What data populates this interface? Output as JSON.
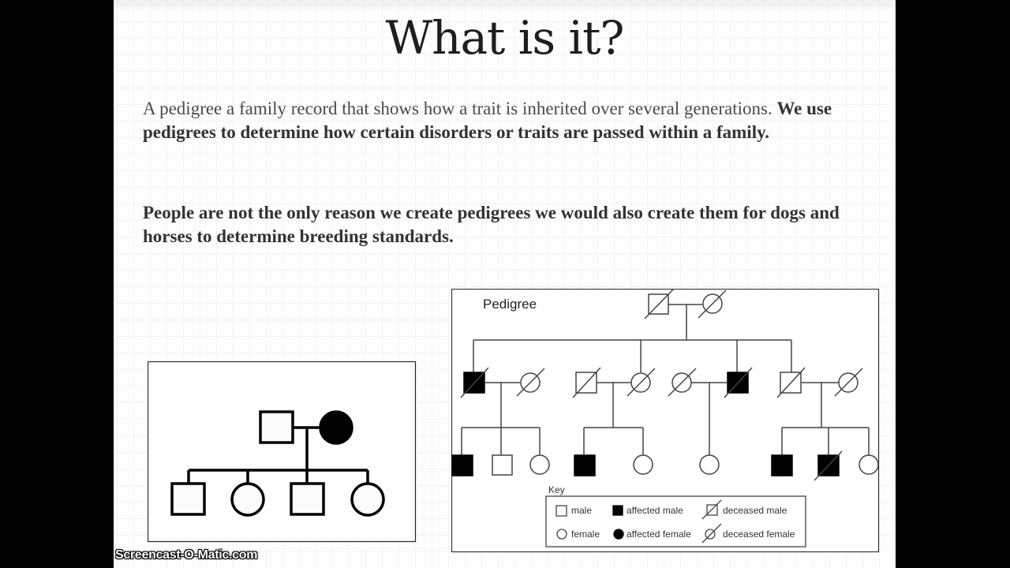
{
  "slide": {
    "title": "What is it?",
    "paragraph1": {
      "normal": "A pedigree a family record that shows how a trait is inherited over several generations. ",
      "bold": "We use pedigrees to determine how certain disorders or traits are passed within a family."
    },
    "paragraph2": {
      "bold": "People are not the only reason we create pedigrees we would also create them for dogs and horses to determine breeding standards."
    }
  },
  "left_diagram": {
    "description": "Simple pedigree: unaffected father, affected mother, four unaffected children",
    "parents": [
      {
        "sex": "male",
        "affected": false
      },
      {
        "sex": "female",
        "affected": true
      }
    ],
    "children": [
      {
        "sex": "male",
        "affected": false
      },
      {
        "sex": "female",
        "affected": false
      },
      {
        "sex": "male",
        "affected": false
      },
      {
        "sex": "female",
        "affected": false
      }
    ]
  },
  "right_diagram": {
    "title": "Pedigree",
    "key_label": "Key",
    "key": {
      "male": "male",
      "affected_male": "affected male",
      "deceased_male": "deceased male",
      "female": "female",
      "affected_female": "affected female",
      "deceased_female": "deceased female"
    },
    "generation1": [
      {
        "sex": "male",
        "affected": false,
        "deceased": true
      },
      {
        "sex": "female",
        "affected": false,
        "deceased": true
      }
    ],
    "generation2_couples": [
      [
        {
          "sex": "male",
          "affected": true,
          "deceased": true
        },
        {
          "sex": "female",
          "affected": false,
          "deceased": true
        }
      ],
      [
        {
          "sex": "male",
          "affected": false,
          "deceased": true
        },
        {
          "sex": "female",
          "affected": false,
          "deceased": true
        }
      ],
      [
        {
          "sex": "female",
          "affected": false,
          "deceased": true
        },
        {
          "sex": "male",
          "affected": true,
          "deceased": true
        }
      ],
      [
        {
          "sex": "male",
          "affected": false,
          "deceased": true
        },
        {
          "sex": "female",
          "affected": false,
          "deceased": true
        }
      ]
    ],
    "generation3": [
      [
        {
          "sex": "male",
          "affected": true
        },
        {
          "sex": "male",
          "affected": false
        },
        {
          "sex": "female",
          "affected": false
        }
      ],
      [
        {
          "sex": "male",
          "affected": true
        },
        {
          "sex": "female",
          "affected": false
        }
      ],
      [
        {
          "sex": "female",
          "affected": false
        }
      ],
      [
        {
          "sex": "male",
          "affected": true
        },
        {
          "sex": "male",
          "affected": true,
          "deceased": true
        },
        {
          "sex": "female",
          "affected": false
        }
      ]
    ]
  },
  "watermark": "Screencast-O-Matic.com"
}
